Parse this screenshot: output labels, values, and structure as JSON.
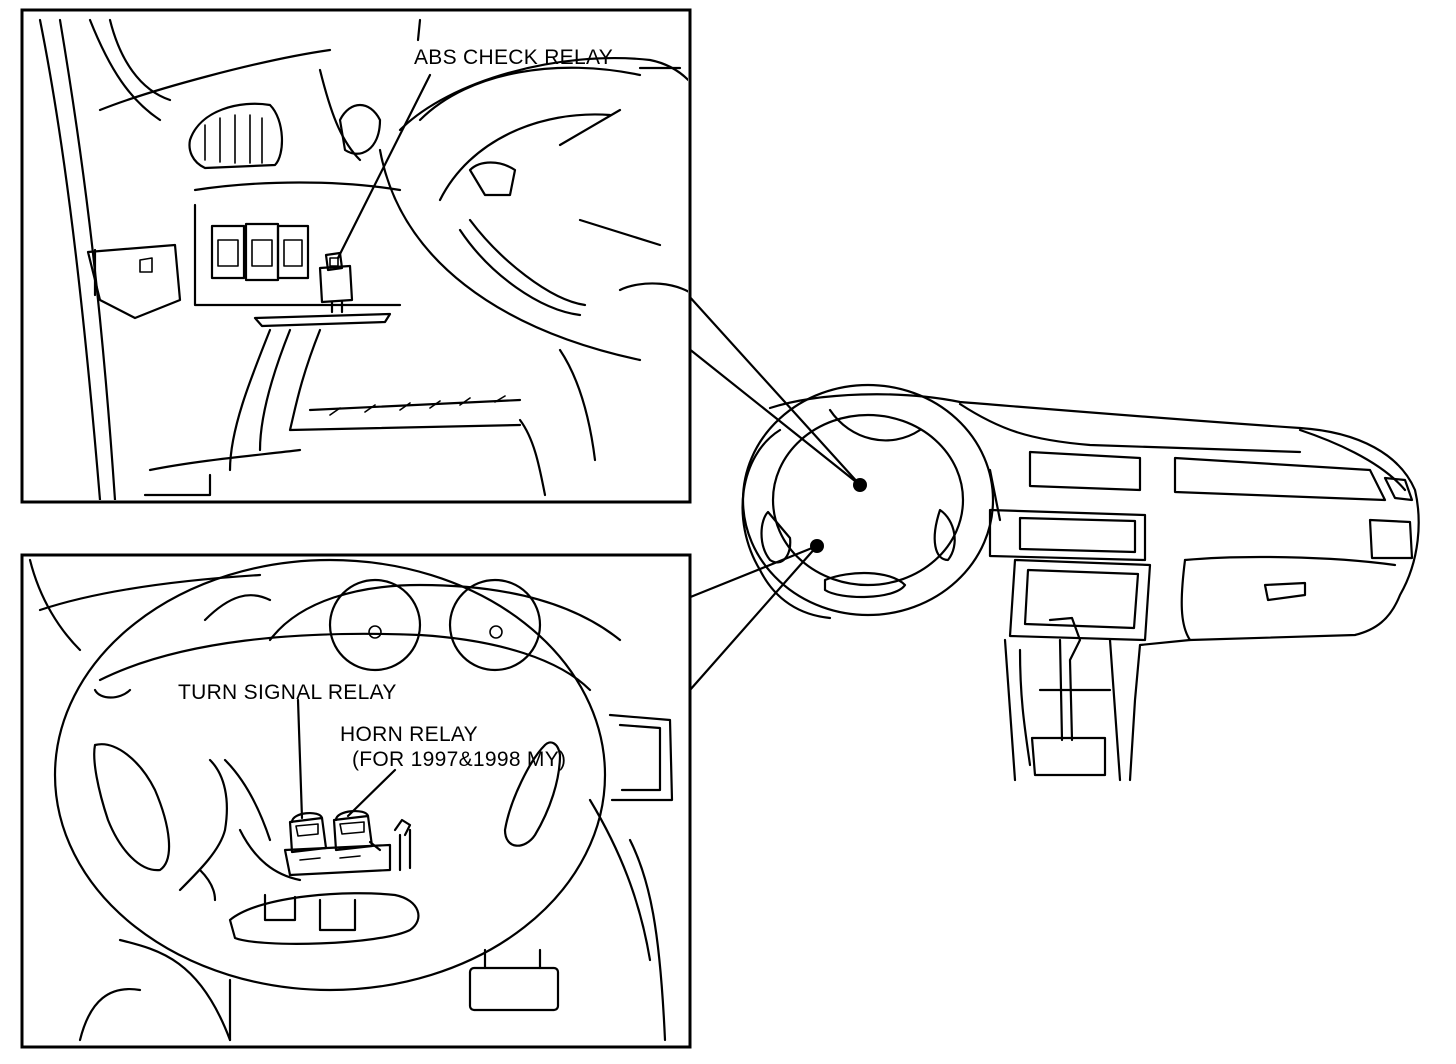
{
  "labels": {
    "abs_check_relay": "ABS CHECK RELAY",
    "turn_signal_relay": "TURN SIGNAL RELAY",
    "horn_relay": "HORN RELAY",
    "horn_relay_note": "(FOR 1997&1998 MY)"
  },
  "colors": {
    "line": "#000000",
    "background": "#ffffff"
  }
}
